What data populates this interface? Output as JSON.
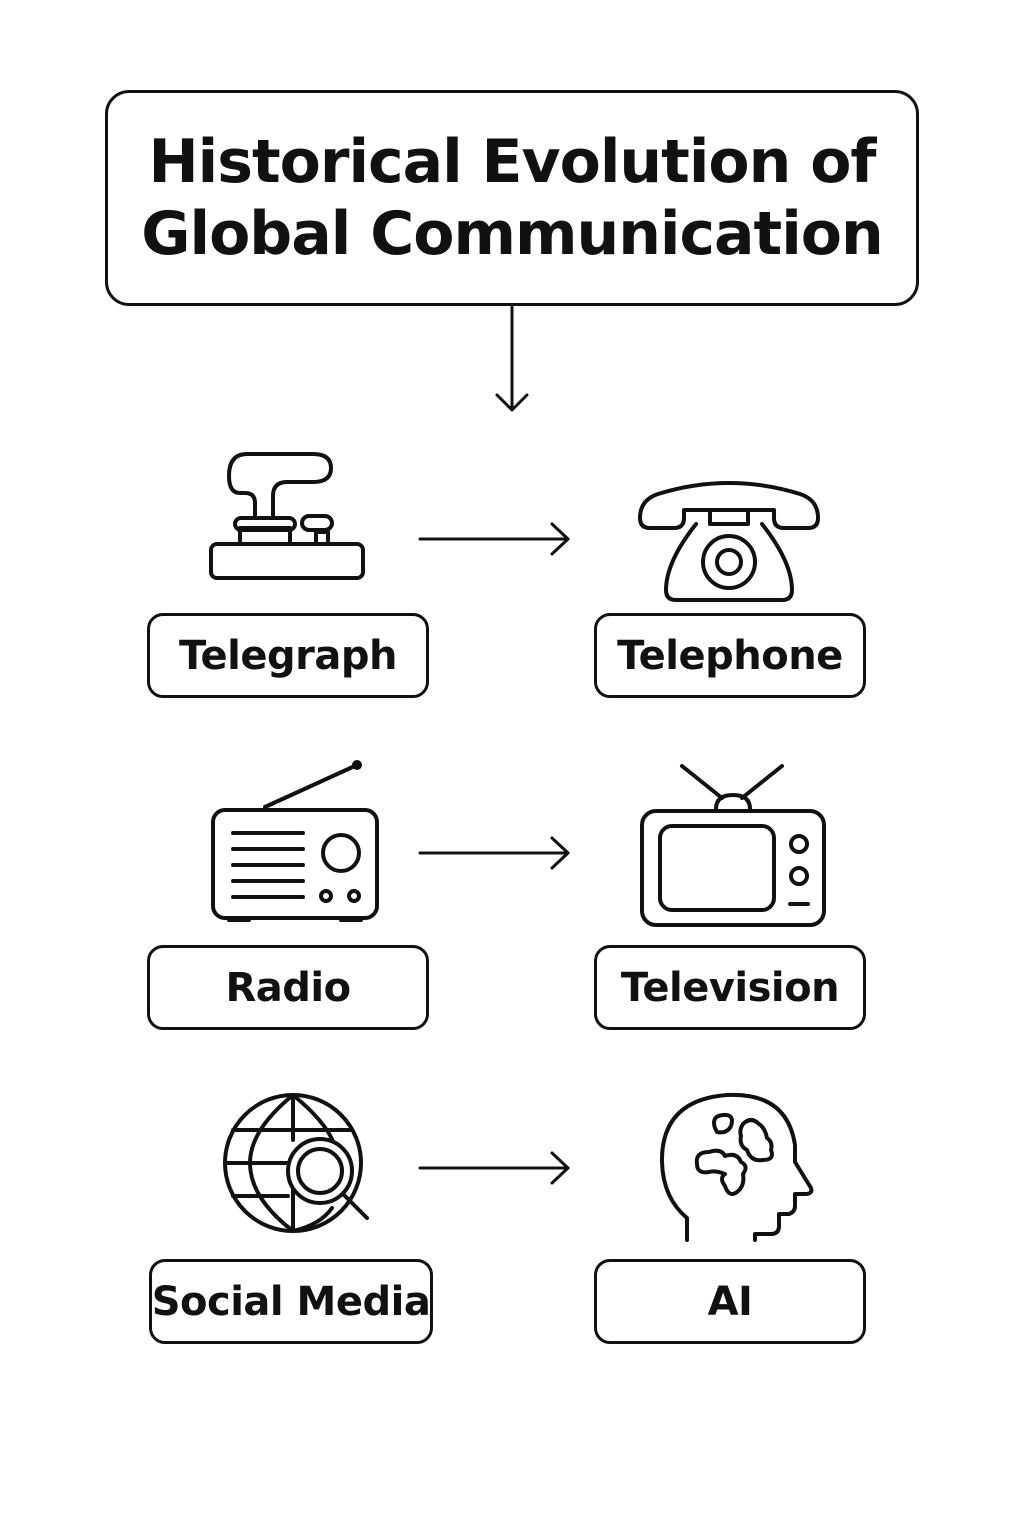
{
  "title": {
    "line1": "Historical Evolution of",
    "line2": "Global Communication"
  },
  "stages": [
    {
      "label": "Telegraph",
      "icon": "telegraph-key-icon"
    },
    {
      "label": "Telephone",
      "icon": "rotary-telephone-icon"
    },
    {
      "label": "Radio",
      "icon": "radio-icon"
    },
    {
      "label": "Television",
      "icon": "television-icon"
    },
    {
      "label": "Social Media",
      "icon": "globe-search-icon"
    },
    {
      "label": "AI",
      "icon": "head-brain-icon"
    }
  ],
  "colors": {
    "stroke": "#111111",
    "background": "#ffffff"
  }
}
